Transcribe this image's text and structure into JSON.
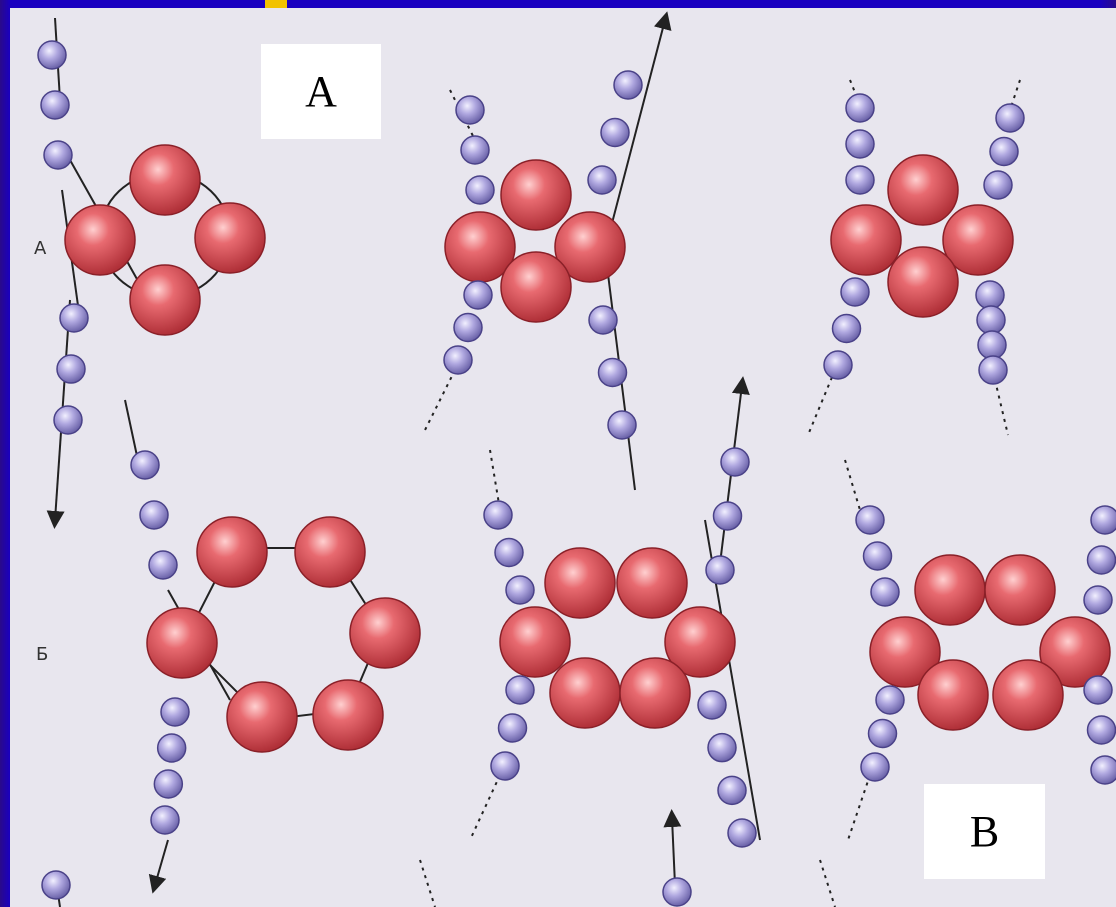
{
  "labels": {
    "box_a": "A",
    "box_b": "B",
    "side_a": "А",
    "side_b": "Б"
  },
  "colors": {
    "red_bead": "#e05a60",
    "red_bead_dark": "#b03038",
    "purple_bead": "#b0a8e0",
    "purple_bead_dark": "#6a62a8",
    "thread": "#222222",
    "slide_bg": "#1a00c0",
    "accent": "#f2c200"
  },
  "diagram": {
    "rows": [
      {
        "label": "А",
        "figures": [
          {
            "name": "ring-4-bead-loop",
            "red_beads": 4
          },
          {
            "name": "cross-4-bead",
            "red_beads": 4
          },
          {
            "name": "cross-4-bead-pair",
            "red_beads": 4
          }
        ]
      },
      {
        "label": "Б",
        "figures": [
          {
            "name": "ring-6-bead-loop",
            "red_beads": 6
          },
          {
            "name": "cross-6-bead",
            "red_beads": 6
          },
          {
            "name": "cross-6-bead-pair",
            "red_beads": 6
          }
        ]
      }
    ]
  }
}
